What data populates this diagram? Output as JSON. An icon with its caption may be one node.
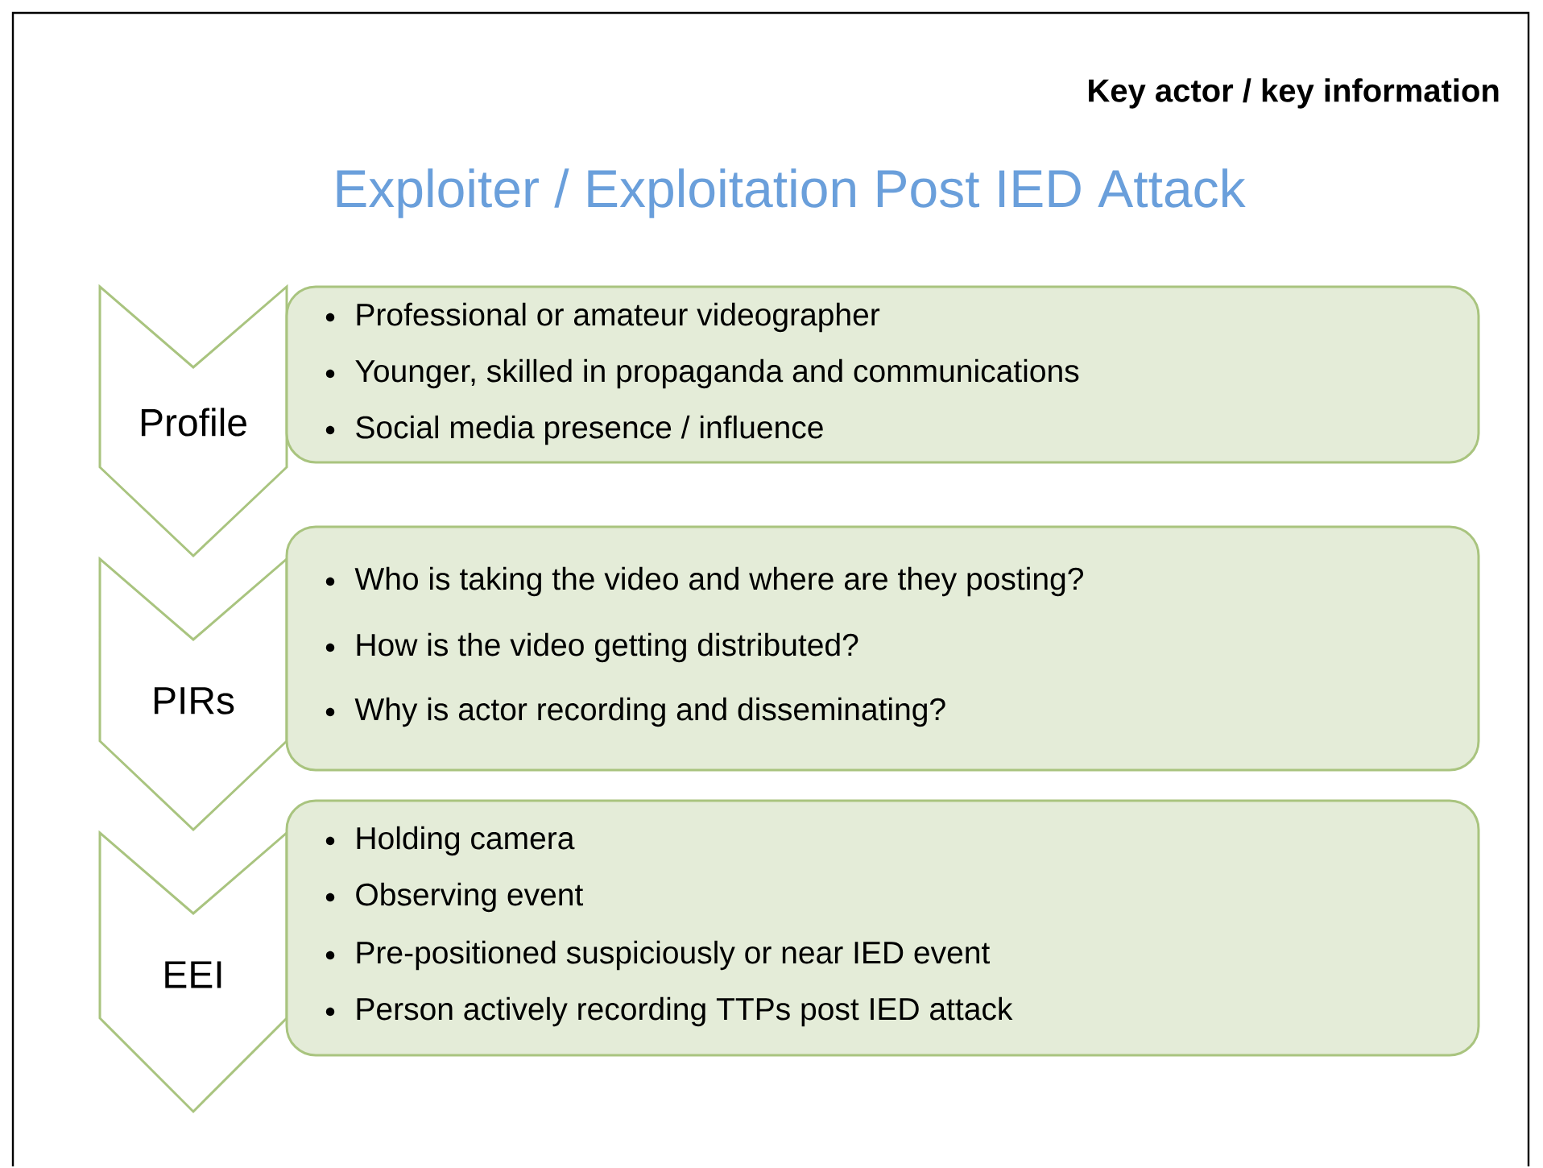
{
  "diagram": {
    "title": "Exploiter / Exploitation Post IED Attack",
    "nodes": [
      {
        "text": [
          "Profile"
        ]
      },
      {
        "text": [
          "Professional or amateur videographer",
          "Younger, skilled in propaganda and communications",
          "Social media presence / influence"
        ]
      },
      {
        "text": [
          "PIRs"
        ]
      },
      {
        "text": [
          "Who is taking the video and where are they posting?",
          "How is the video getting distributed?",
          "Why is actor recording and disseminating?"
        ]
      },
      {
        "text": [
          "EEI"
        ]
      },
      {
        "text": [
          "Holding camera",
          "Observing event",
          "Pre-positioned suspiciously or near IED event",
          "Person actively recording TTPs post IED attack"
        ]
      }
    ],
    "labels": [
      "Key actor / key information"
    ]
  }
}
